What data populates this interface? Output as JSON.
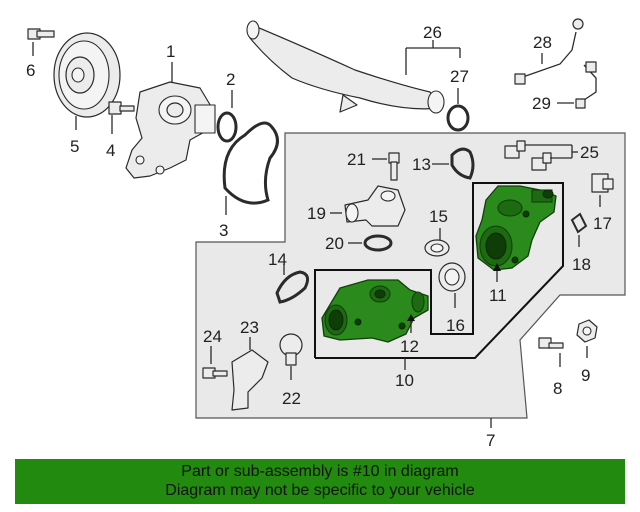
{
  "callouts": {
    "n1": "1",
    "n2": "2",
    "n3": "3",
    "n4": "4",
    "n5": "5",
    "n6": "6",
    "n7": "7",
    "n8": "8",
    "n9": "9",
    "n10": "10",
    "n11": "11",
    "n12": "12",
    "n13": "13",
    "n14": "14",
    "n15": "15",
    "n16": "16",
    "n17": "17",
    "n18": "18",
    "n19": "19",
    "n20": "20",
    "n21": "21",
    "n22": "22",
    "n23": "23",
    "n24": "24",
    "n25": "25",
    "n26": "26",
    "n27": "27",
    "n28": "28",
    "n29": "29"
  },
  "highlight_color": "#2a8a1c",
  "banner": {
    "line1": "Part or sub-assembly is #10 in diagram",
    "line2": "Diagram may not be specific to your vehicle",
    "color": "#218a0f"
  }
}
